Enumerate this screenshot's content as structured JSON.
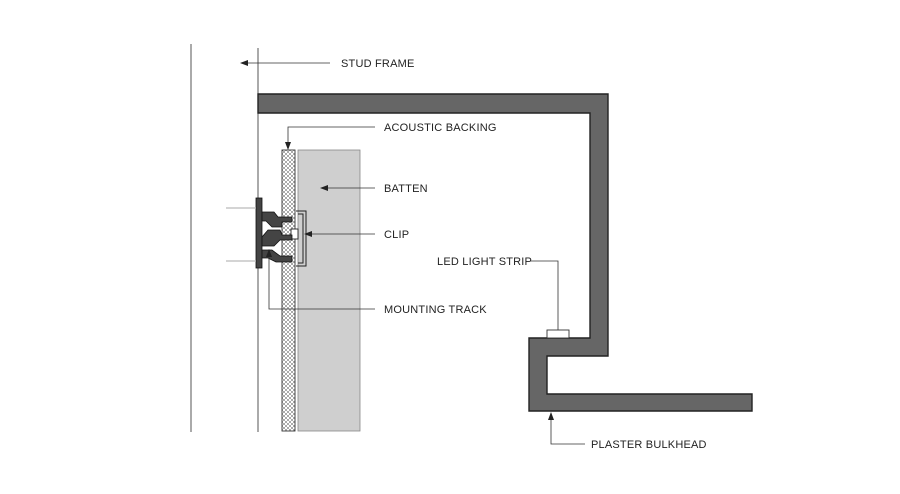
{
  "labels": {
    "stud_frame": "STUD FRAME",
    "acoustic_backing": "ACOUSTIC BACKING",
    "batten": "BATTEN",
    "clip": "CLIP",
    "led_light_strip": "LED LIGHT STRIP",
    "mounting_track": "MOUNTING TRACK",
    "plaster_bulkhead": "PLASTER BULKHEAD"
  },
  "colors": {
    "bulkhead_fill": "#666666",
    "batten_fill": "#cfcfcf",
    "outline": "#222222",
    "line": "#555555"
  }
}
